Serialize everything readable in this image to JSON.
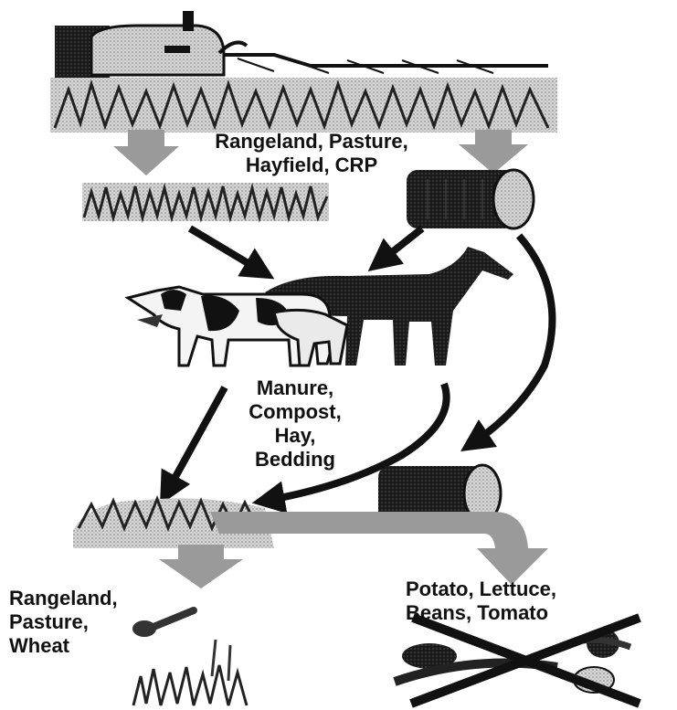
{
  "labels": {
    "top": [
      "Rangeland, Pasture,",
      "Hayfield, CRP"
    ],
    "middle": [
      "Manure,",
      "Compost,",
      "Hay,",
      "Bedding"
    ],
    "bottom_left": [
      "Rangeland,",
      "Pasture,",
      "Wheat"
    ],
    "bottom_right": [
      "Potato, Lettuce,",
      "Beans, Tomato"
    ]
  },
  "icons": [
    "sprayer-tractor-icon",
    "grass-strip-icon",
    "hay-bale-icon",
    "cow-icon",
    "horse-icon",
    "compost-pile-icon",
    "crossed-vegetables-icon"
  ],
  "colors": {
    "ink": "#111111",
    "arrow_gray": "#9a9a9a",
    "background": "#ffffff"
  }
}
